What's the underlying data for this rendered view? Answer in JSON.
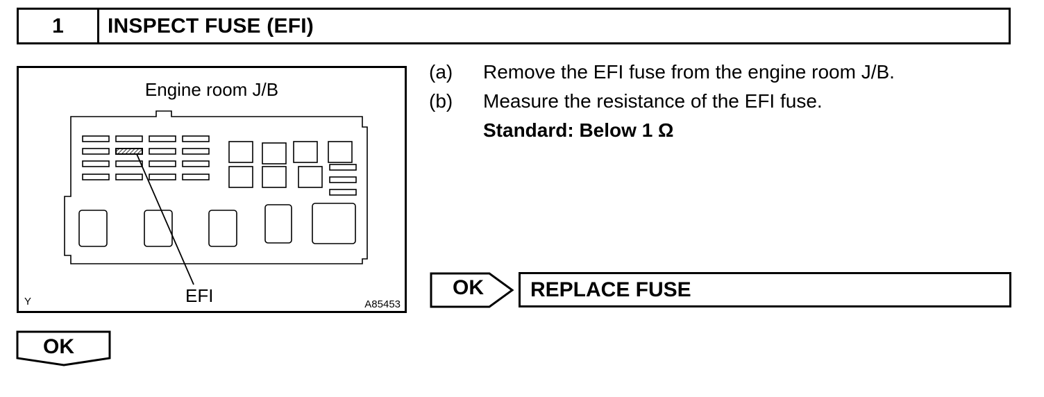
{
  "step": {
    "number": "1",
    "title": "INSPECT FUSE (EFI)"
  },
  "figure": {
    "caption": "Engine room J/B",
    "callout_label": "EFI",
    "code_left": "Y",
    "code_right": "A85453"
  },
  "instructions": [
    {
      "letter": "(a)",
      "text": "Remove the EFI fuse from the engine room J/B."
    },
    {
      "letter": "(b)",
      "text": "Measure the resistance of the EFI fuse."
    }
  ],
  "standard": "Standard: Below 1 Ω",
  "result_ng": {
    "label": "OK",
    "action": "REPLACE FUSE"
  },
  "result_ok": {
    "label": "OK"
  }
}
